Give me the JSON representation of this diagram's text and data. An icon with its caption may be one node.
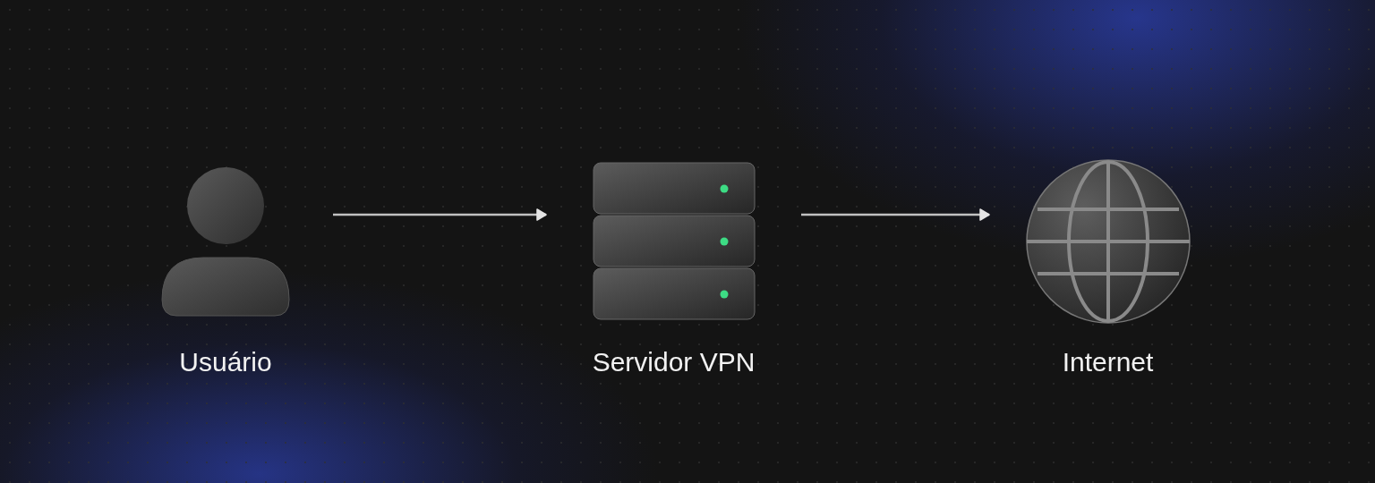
{
  "diagram": {
    "nodes": [
      {
        "text": [
          "Usuário"
        ]
      },
      {
        "text": [
          "Servidor VPN"
        ]
      },
      {
        "text": [
          "Internet"
        ]
      }
    ],
    "edges": [
      {
        "from": 0,
        "to": 1,
        "arrow": "to"
      },
      {
        "from": 1,
        "to": 2,
        "arrow": "to"
      }
    ]
  }
}
